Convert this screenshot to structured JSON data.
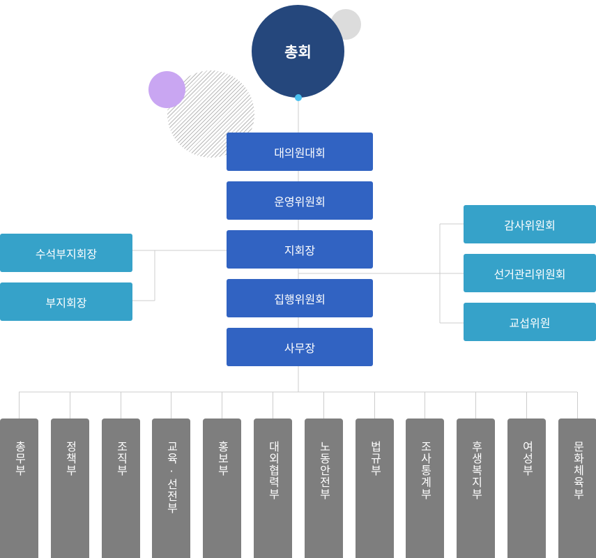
{
  "top": {
    "label": "총회"
  },
  "center": [
    {
      "name": "center-box-representative-assembly",
      "label": "대의원대회"
    },
    {
      "name": "center-box-steering-committee",
      "label": "운영위원회"
    },
    {
      "name": "center-box-branch-head",
      "label": "지회장"
    },
    {
      "name": "center-box-executive-committee",
      "label": "집행위원회"
    },
    {
      "name": "center-box-secretariat",
      "label": "사무장"
    }
  ],
  "left": [
    {
      "label": "수석부지회장"
    },
    {
      "label": "부지회장"
    }
  ],
  "right": [
    {
      "label": "감사위원회"
    },
    {
      "label": "선거관리위원회"
    },
    {
      "label": "교섭위원"
    }
  ],
  "departments": [
    {
      "label": "총무부"
    },
    {
      "label": "정책부"
    },
    {
      "label": "조직부"
    },
    {
      "label": "교육·선전부"
    },
    {
      "label": "홍보부"
    },
    {
      "label": "대외협력부"
    },
    {
      "label": "노동안전부"
    },
    {
      "label": "법규부"
    },
    {
      "label": "조사통계부"
    },
    {
      "label": "후생복지부"
    },
    {
      "label": "여성부"
    },
    {
      "label": "문화체육부"
    }
  ],
  "colors": {
    "top_circle": "#25477c",
    "center_box": "#3163c2",
    "side_box": "#36a2c9",
    "department_box": "#7e7e7e",
    "connector": "#cccccc",
    "accent_dot": "#49c0f0"
  }
}
